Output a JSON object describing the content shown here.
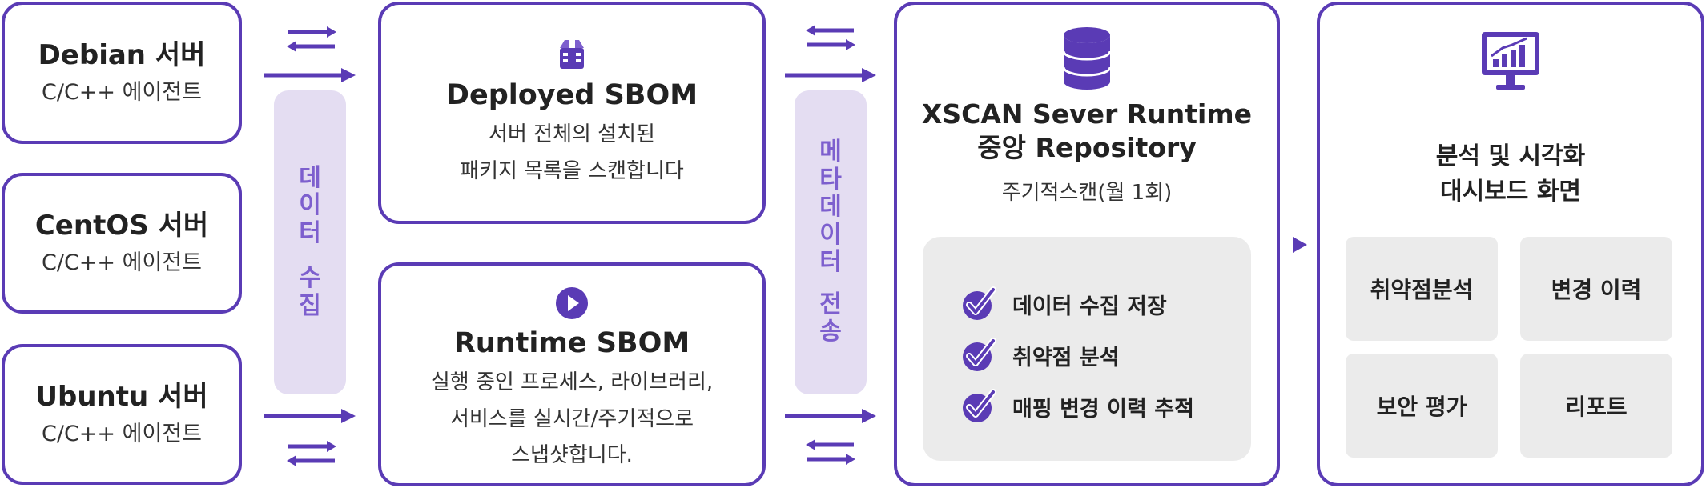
{
  "agents": [
    {
      "title": "Debian 서버",
      "subtitle": "C/C++ 에이전트"
    },
    {
      "title": "CentOS 서버",
      "subtitle": "C/C++ 에이전트"
    },
    {
      "title": "Ubuntu 서버",
      "subtitle": "C/C++ 에이전트"
    }
  ],
  "data_collect_label": [
    "데",
    "이",
    "터",
    "수",
    "집"
  ],
  "deployed_sbom": {
    "title": "Deployed SBOM",
    "desc_lines": [
      "서버 전체의 설치된",
      "패키지 목록을 스캔합니다"
    ],
    "icon": "package-icon"
  },
  "runtime_sbom": {
    "title": "Runtime SBOM",
    "desc_lines": [
      "실행 중인 프로세스, 라이브러리,",
      "서비스를 실시간/주기적으로",
      "스냅샷합니다."
    ],
    "icon": "play-icon"
  },
  "metadata_transfer_label": [
    "메",
    "타",
    "데",
    "이",
    "터",
    "전",
    "송"
  ],
  "repository": {
    "title_lines": [
      "XSCAN Sever Runtime",
      "중앙 Repository"
    ],
    "subtitle": "주기적스캔(월 1회)",
    "icon": "database-icon",
    "checks": [
      "데이터 수집 저장",
      "취약점 분석",
      "매핑 변경 이력 추적"
    ]
  },
  "dashboard": {
    "title_lines": [
      "분석 및 시각화",
      "대시보드 화면"
    ],
    "icon": "monitor-chart-icon",
    "tiles": [
      "취약점분석",
      "변경 이력",
      "보안 평가",
      "리포트"
    ]
  },
  "colors": {
    "accent": "#5a3bb5",
    "pill_bg": "#e4ddf2",
    "pill_text": "#7d5fce",
    "panel_bg": "#ebebeb"
  }
}
